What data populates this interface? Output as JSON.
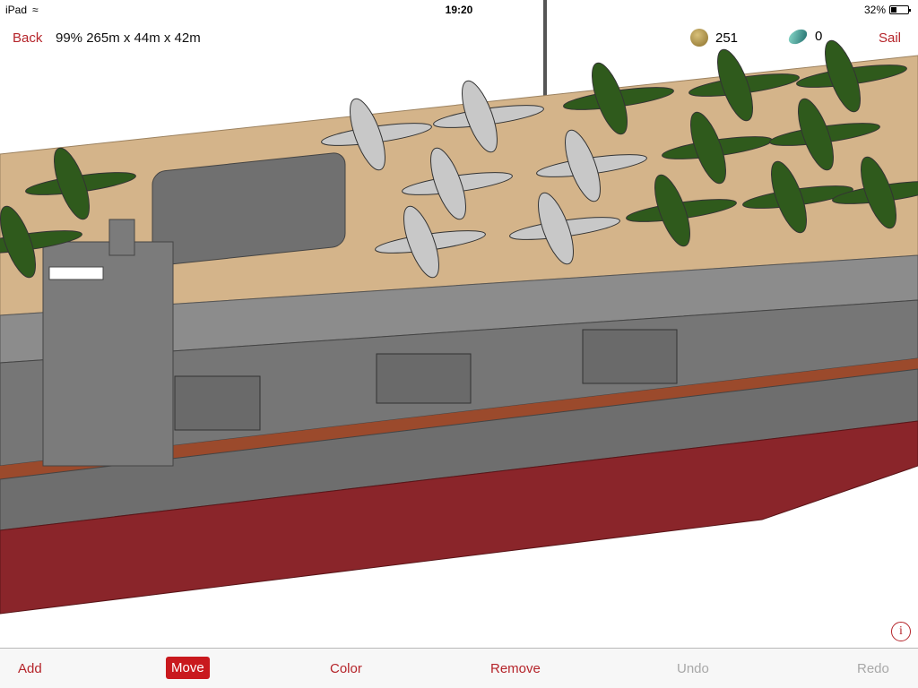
{
  "status_bar": {
    "device": "iPad",
    "time": "19:20",
    "battery": "32%",
    "battery_level": 0.32
  },
  "header": {
    "back_label": "Back",
    "info": "99%  265m x 44m x 42m",
    "coins": "251",
    "gems": "0",
    "sail_label": "Sail"
  },
  "info_button": "i",
  "toolbar": {
    "add": "Add",
    "move": "Move",
    "color": "Color",
    "remove": "Remove",
    "undo": "Undo",
    "redo": "Redo"
  },
  "colors": {
    "accent": "#c9191e",
    "deck": "#d4b48a",
    "hull_gray": "#7a7a7a",
    "hull_red": "#8a252a",
    "plane_green": "#2f5a1c",
    "plane_silver": "#c8c8c8"
  }
}
